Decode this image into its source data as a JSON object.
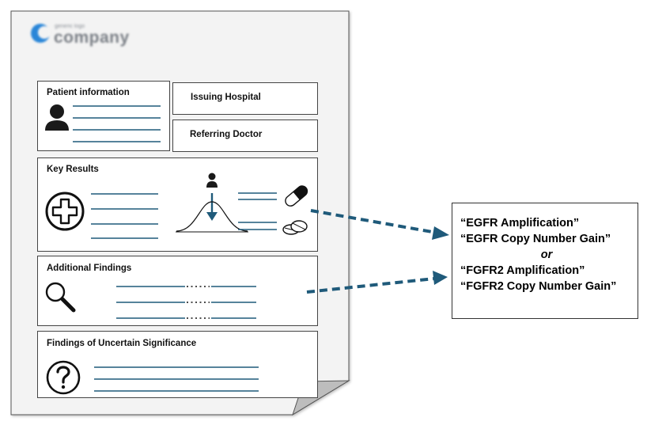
{
  "logo": {
    "tagline": "generic logo",
    "name": "company"
  },
  "report": {
    "patient_info": "Patient information",
    "issuing_hospital": "Issuing Hospital",
    "referring_doctor": "Referring Doctor",
    "key_results": "Key Results",
    "additional_findings": "Additional Findings",
    "uncertain_findings": "Findings of Uncertain Significance"
  },
  "callout": {
    "line1": "“EGFR Amplification”",
    "line2": "“EGFR Copy Number Gain”",
    "or": "or",
    "line3": "“FGFR2 Amplification”",
    "line4": "“FGFR2 Copy Number Gain”"
  },
  "colors": {
    "accent": "#1f5a7a",
    "logo_blue": "#2a86d8",
    "page_gray": "#f3f3f3"
  },
  "icons": [
    "person-icon",
    "medical-cross-icon",
    "bell-curve-icon",
    "pill-capsule-icon",
    "pill-tablets-icon",
    "magnifier-icon",
    "question-mark-icon",
    "logo-icon"
  ]
}
